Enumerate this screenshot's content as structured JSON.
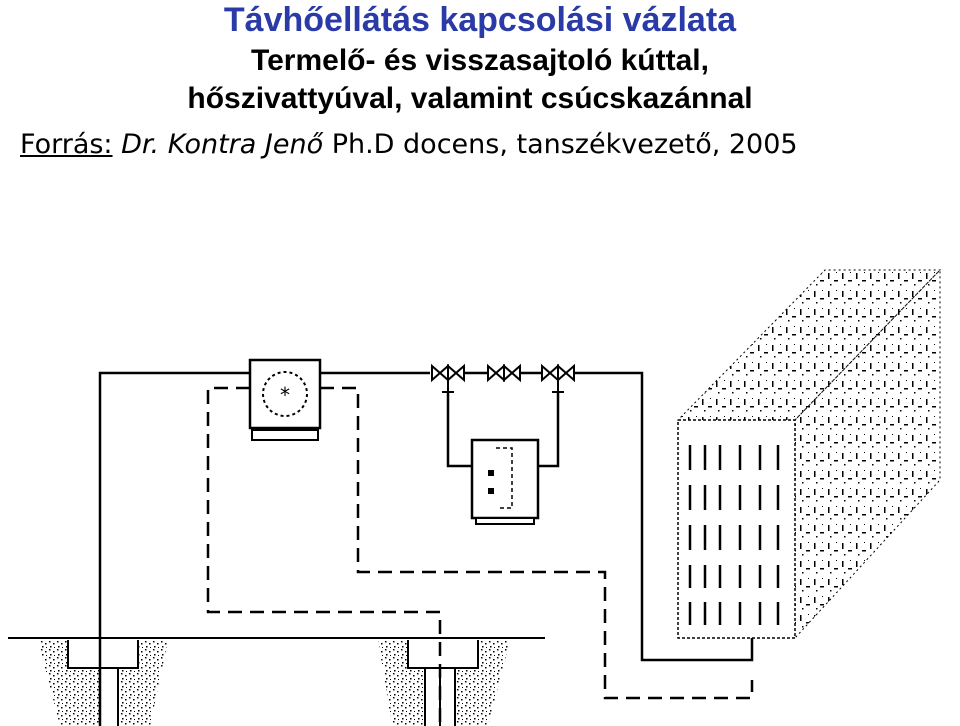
{
  "header": {
    "title": "Távhőellátás kapcsolási vázlata",
    "subtitle_line1": "Termelő- és visszasajtoló kúttal,",
    "subtitle_line2": "hőszivattyúval, valamint csúcskazánnal",
    "source_label": "Forrás:",
    "source_author": "Dr. Kontra Jenő",
    "source_rest": " Ph.D docens, tanszékvezető, 2005"
  },
  "colors": {
    "title": "#2a3ba8",
    "text": "#000000",
    "line": "#000000",
    "background": "#ffffff"
  },
  "diagram": {
    "components": [
      "production-well",
      "reinjection-well",
      "heat-pump",
      "peak-boiler",
      "valves",
      "building",
      "supply-line",
      "return-line"
    ]
  }
}
